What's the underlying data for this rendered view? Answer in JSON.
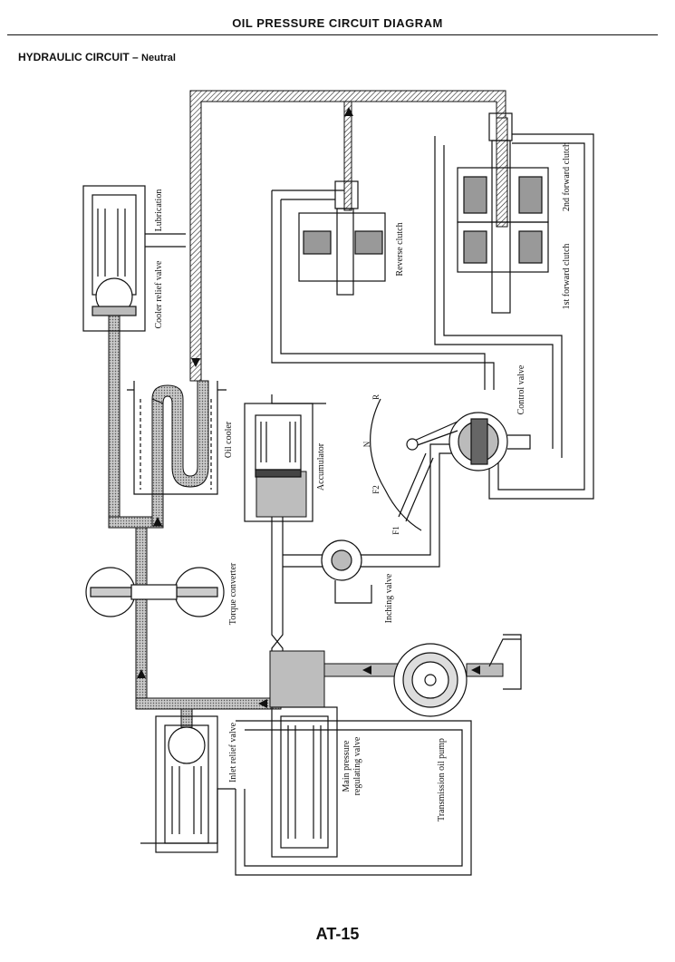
{
  "header": {
    "title": "OIL PRESSURE CIRCUIT DIAGRAM",
    "subtitle": "HYDRAULIC CIRCUIT",
    "dash": "–",
    "mode": "Neutral"
  },
  "labels": {
    "lubrication": "Lubrication",
    "cooler_relief_valve": "Cooler relief valve",
    "reverse_clutch": "Reverse clutch",
    "first_forward_clutch": "1st forward clutch",
    "second_forward_clutch": "2nd forward clutch",
    "oil_cooler": "Oil cooler",
    "accumulator": "Accumulator",
    "control_valve": "Control valve",
    "torque_converter": "Torque converter",
    "inching_valve": "Inching valve",
    "inlet_relief_valve": "Inlet relief valve",
    "main_pressure_1": "Main pressure",
    "main_pressure_2": "regulating valve",
    "transmission_oil_pump": "Transmission oil pump"
  },
  "lever_positions": [
    "R",
    "N",
    "F2",
    "F1"
  ],
  "footer": {
    "page": "AT-15"
  }
}
